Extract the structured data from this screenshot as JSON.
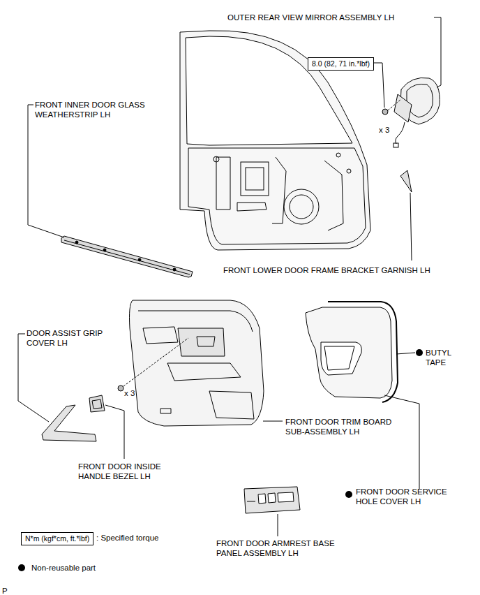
{
  "diagram": {
    "nodes": [
      {
        "text": [
          "8.0 (82, 71 in.*lbf)"
        ]
      },
      {
        "text": [
          "N*m (kgf*cm, ft.*lbf)"
        ]
      }
    ],
    "labels": [
      "OUTER REAR VIEW MIRROR ASSEMBLY LH",
      "FRONT INNER DOOR GLASS WEATHERSTRIP LH",
      "x 3",
      "FRONT LOWER DOOR FRAME BRACKET GARNISH LH",
      "DOOR ASSIST GRIP COVER LH",
      "BUTYL TAPE",
      "x 3",
      "FRONT DOOR TRIM BOARD SUB-ASSEMBLY LH",
      "FRONT DOOR INSIDE HANDLE BEZEL LH",
      "FRONT DOOR SERVICE HOLE COVER LH",
      "FRONT DOOR ARMREST BASE PANEL ASSEMBLY LH",
      "P"
    ],
    "legend": [
      {
        "text": ": Specified torque"
      },
      {
        "text": "Non-reusable part"
      }
    ]
  }
}
